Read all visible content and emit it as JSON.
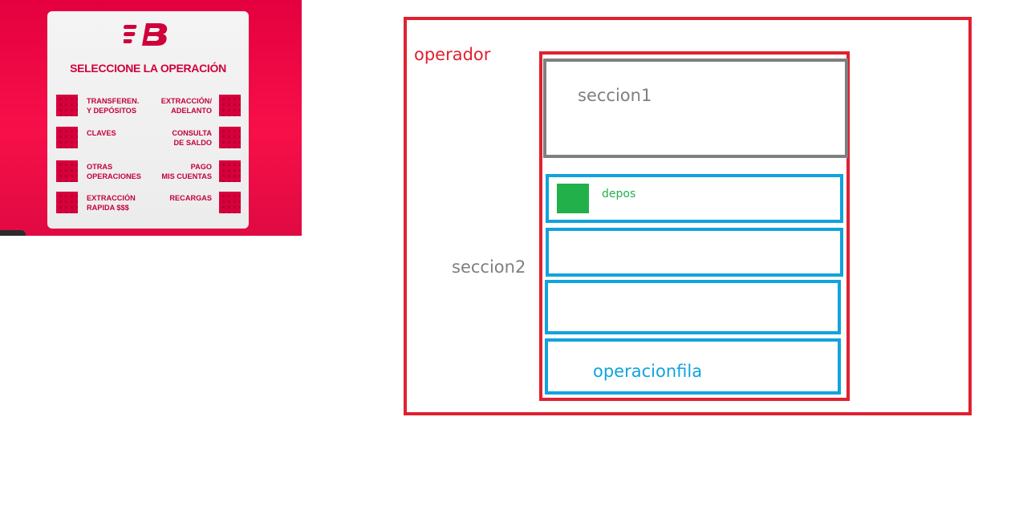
{
  "atm": {
    "title": "SELECCIONE LA OPERACIÓN",
    "logo": "EB",
    "options_left": [
      {
        "line1": "TRANSFEREN.",
        "line2": "Y DEPÓSITOS"
      },
      {
        "line1": "CLAVES",
        "line2": ""
      },
      {
        "line1": "OTRAS",
        "line2": "OPERACIONES"
      },
      {
        "line1": "EXTRACCIÓN",
        "line2": "RAPIDA $$$"
      }
    ],
    "options_right": [
      {
        "line1": "EXTRACCIÓN/",
        "line2": "ADELANTO"
      },
      {
        "line1": "CONSULTA",
        "line2": "DE SALDO"
      },
      {
        "line1": "PAGO",
        "line2": "MIS CUENTAS"
      },
      {
        "line1": "RECARGAS",
        "line2": ""
      }
    ],
    "colors": {
      "brand": "#e4003f",
      "panel": "#f2f2f2"
    }
  },
  "diagram": {
    "operador_label": "operador",
    "seccion1_label": "seccion1",
    "seccion2_label": "seccion2",
    "depos_label": "depos",
    "operacionfila_label": "operacionfila",
    "colors": {
      "red": "#e0202f",
      "gray": "#7f7f7f",
      "blue": "#10a3dd",
      "green": "#22b04a"
    }
  }
}
